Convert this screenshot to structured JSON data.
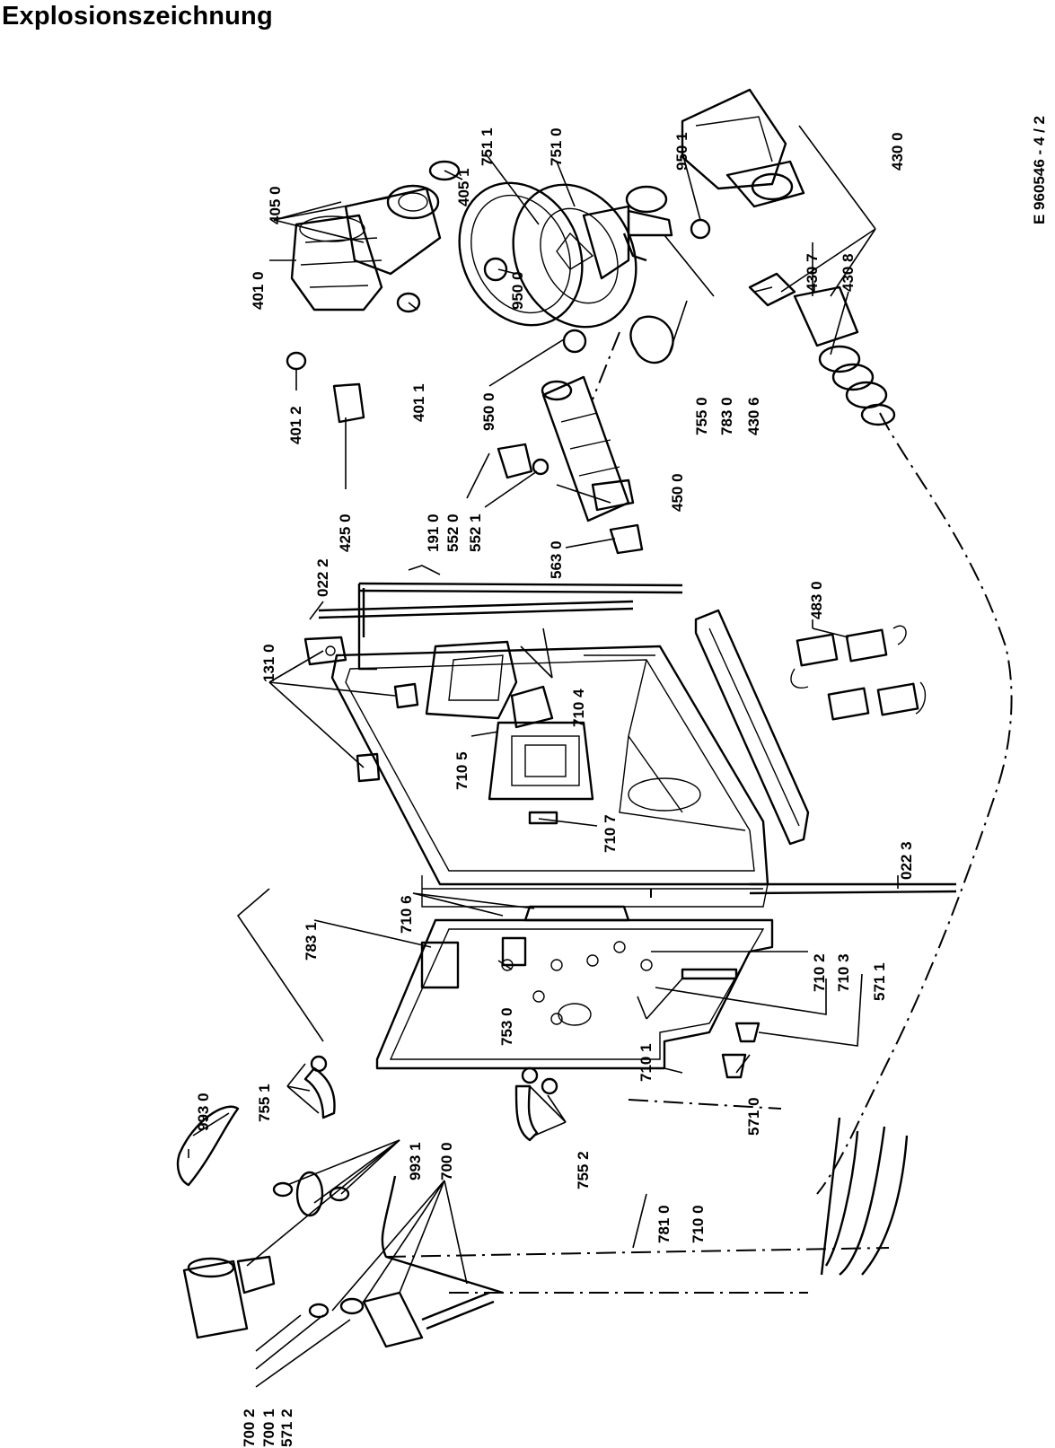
{
  "title": "Explosionszeichnung",
  "drawing_number": "E 960546 - 4 / 2",
  "parts": {
    "p4050": "405 0",
    "p4051": "405 1",
    "p7511": "751 1",
    "p7510": "751 0",
    "p9501": "950 1",
    "p4300": "430 0",
    "p9500a": "950 0",
    "p4010": "401 0",
    "p4011": "401 1",
    "p4012": "401 2",
    "p9500b": "950 0",
    "p7550": "755 0",
    "p7830": "783 0",
    "p4306": "430 6",
    "p4307": "430 7",
    "p4308": "430 8",
    "p4250": "425 0",
    "p5520": "552 0",
    "p5521": "552 1",
    "p4500": "450 0",
    "p1910": "191 0",
    "p0222": "022 2",
    "p5630": "563 0",
    "p4830": "483 0",
    "p1310": "131 0",
    "p7104": "710 4",
    "p7105": "710 5",
    "p7107": "710 7",
    "p0223": "022 3",
    "p7106": "710 6",
    "p7831": "783 1",
    "p7102": "710 2",
    "p7103": "710 3",
    "p5711": "571 1",
    "p7530": "753 0",
    "p7101": "710 1",
    "p9930": "993 0",
    "p7551": "755 1",
    "p9931": "993 1",
    "p7000": "700 0",
    "p7552": "755 2",
    "p5710": "571 0",
    "p7810": "781 0",
    "p7100": "710 0",
    "p7002": "700 2",
    "p7001": "700 1",
    "p5712": "571 2"
  }
}
